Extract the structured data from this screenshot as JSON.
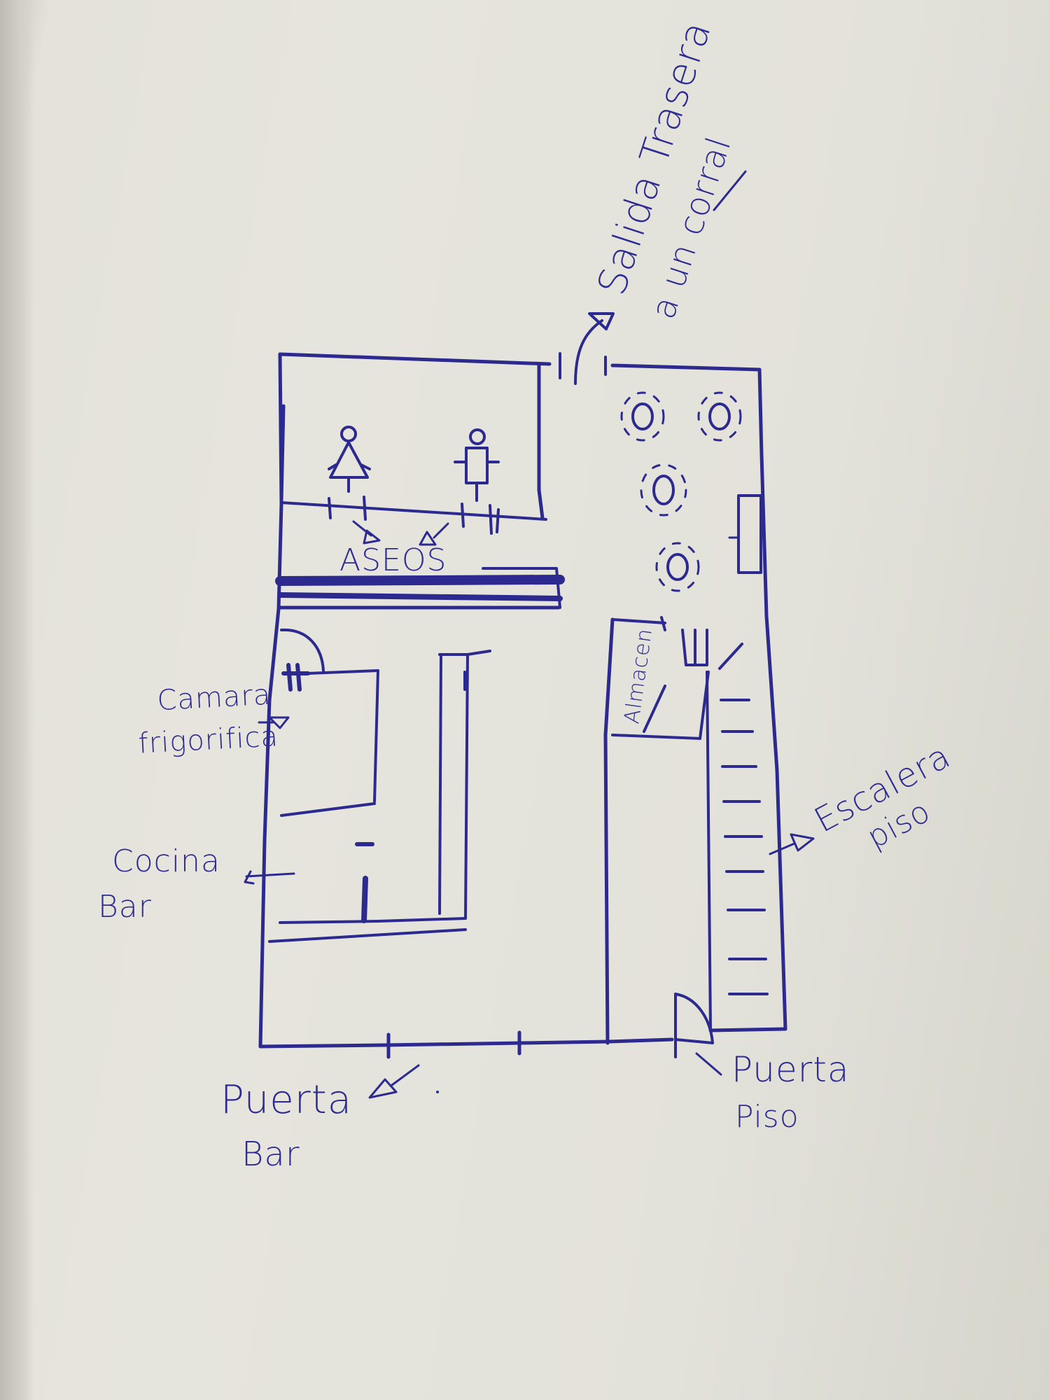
{
  "labels": {
    "salida_line1": "Salida Trasera",
    "salida_line2": "a un corral",
    "aseos": "ASEOS",
    "almacen": "Almacen",
    "camara_line1": "Camara",
    "camara_line2": "frigorifica",
    "cocina_line1": "Cocina",
    "cocina_line2": "Bar",
    "escalera_line1": "Escalera",
    "escalera_line2": "piso",
    "puerta_bar_line1": "Puerta",
    "puerta_bar_line2": "Bar",
    "puerta_piso_line1": "Puerta",
    "puerta_piso_line2": "Piso"
  },
  "ink_color": "#2c2a8f",
  "paper_color": "#e6e5dd"
}
